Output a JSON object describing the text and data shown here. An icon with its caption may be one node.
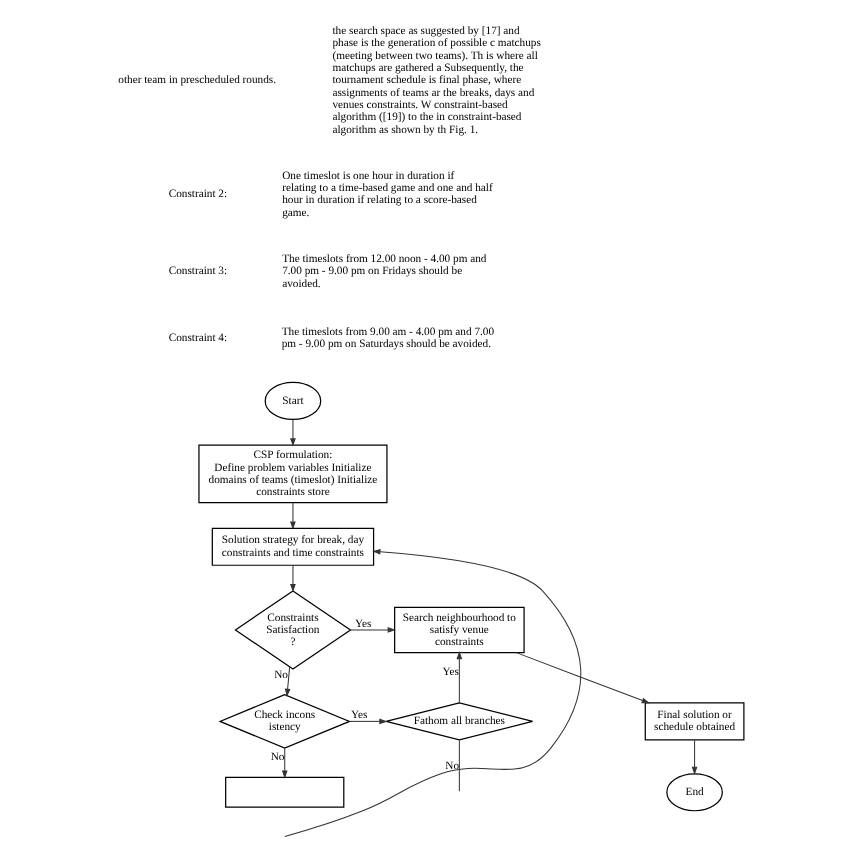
{
  "diagram": {
    "nodes": [
      {
        "text": [
          "Start"
        ]
      },
      {
        "text": [
          "CSP formulation:",
          "Define problem variables Initialize domains of teams (timeslot) Initialize constraints store"
        ]
      },
      {
        "text": [
          "Solution strategy for break, day constraints and time constraints"
        ]
      },
      {
        "text": [
          "Constraints Satisfaction?"
        ]
      },
      {
        "text": [
          "Search neighbourhood to satisfy venue constraints"
        ]
      },
      {
        "text": [
          "Check inconsistency"
        ]
      },
      {
        "text": [
          "Fathom all branches"
        ]
      },
      {
        "text": [
          "Final solution or schedule obtained"
        ]
      },
      {
        "text": [
          "End"
        ]
      },
      {
        "text": [],
        "shape": "box"
      }
    ],
    "edges": [
      {
        "from": 0,
        "to": 1,
        "arrow": "to"
      },
      {
        "from": 1,
        "to": 2,
        "arrow": "to"
      },
      {
        "from": 2,
        "to": 3,
        "arrow": "to"
      },
      {
        "from": 3,
        "to": 4,
        "arrow": "to",
        "label": "Yes"
      },
      {
        "from": 3,
        "to": 5,
        "arrow": "to",
        "label": "No"
      },
      {
        "from": 5,
        "to": 6,
        "arrow": "to",
        "label": "Yes"
      },
      {
        "from": 6,
        "to": 4,
        "arrow": "to",
        "label": "Yes"
      },
      {
        "from": 4,
        "to": 7,
        "arrow": "to"
      },
      {
        "from": 7,
        "to": 8,
        "arrow": "to"
      },
      {
        "from": 5,
        "to": 9,
        "arrow": "to",
        "label": "No"
      },
      {
        "from": 6,
        "to": null,
        "arrow": "none",
        "label": "No"
      },
      {
        "from": null,
        "to": 2,
        "arrow": "to"
      }
    ],
    "labels": [
      "other team in prescheduled rounds.",
      "Constraint 2:",
      "One timeslot is one hour in duration if relating to a time-based game and one and half hour in duration if relating to a score-based game.",
      "Constraint 3:",
      "The timeslots from 12.00 noon - 4.00 pm and 7.00 pm - 9.00 pm on Fridays should be avoided.",
      "Constraint 4:",
      "The timeslots from 9.00 am - 4.00 pm and 7.00 pm - 9.00 pm on Saturdays should be avoided.",
      "the search space as suggested by [17] and phase is the generation of possible c matchups (meeting between two teams). Th is where all matchups are gathered a Subsequently, the tournament schedule is final phase, where assignments of teams ar the breaks, days and venues constraints. W constraint-based algorithm ([19]) to the in constraint-based algorithm as shown by th Fig. 1."
    ]
  }
}
